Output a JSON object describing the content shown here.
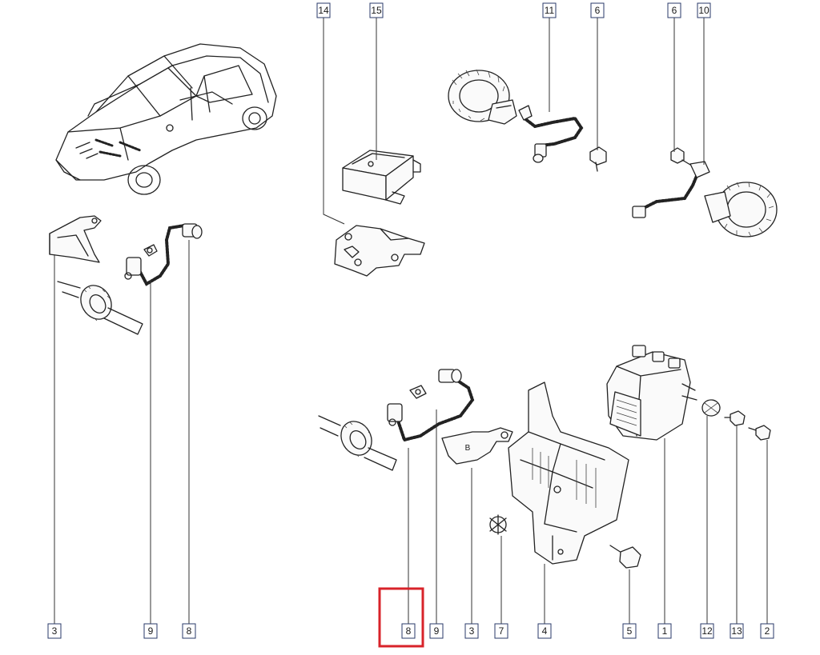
{
  "callouts": {
    "top": [
      {
        "id": "c14",
        "label": "14"
      },
      {
        "id": "c15",
        "label": "15"
      },
      {
        "id": "c11",
        "label": "11"
      },
      {
        "id": "c6a",
        "label": "6"
      },
      {
        "id": "c6b",
        "label": "6"
      },
      {
        "id": "c10",
        "label": "10"
      }
    ],
    "bottom": [
      {
        "id": "b3a",
        "label": "3"
      },
      {
        "id": "b9a",
        "label": "9"
      },
      {
        "id": "b8a",
        "label": "8"
      },
      {
        "id": "b8b",
        "label": "8"
      },
      {
        "id": "b9b",
        "label": "9"
      },
      {
        "id": "b3b",
        "label": "3"
      },
      {
        "id": "b7",
        "label": "7"
      },
      {
        "id": "b4",
        "label": "4"
      },
      {
        "id": "b5",
        "label": "5"
      },
      {
        "id": "b1",
        "label": "1"
      },
      {
        "id": "b12",
        "label": "12"
      },
      {
        "id": "b13",
        "label": "13"
      },
      {
        "id": "b2",
        "label": "2"
      }
    ]
  },
  "highlight": {
    "target": "8",
    "color": "#d8232a"
  },
  "bracket_letter": "B",
  "colors": {
    "line": "#222222",
    "box_border": "#2a3a6a"
  }
}
